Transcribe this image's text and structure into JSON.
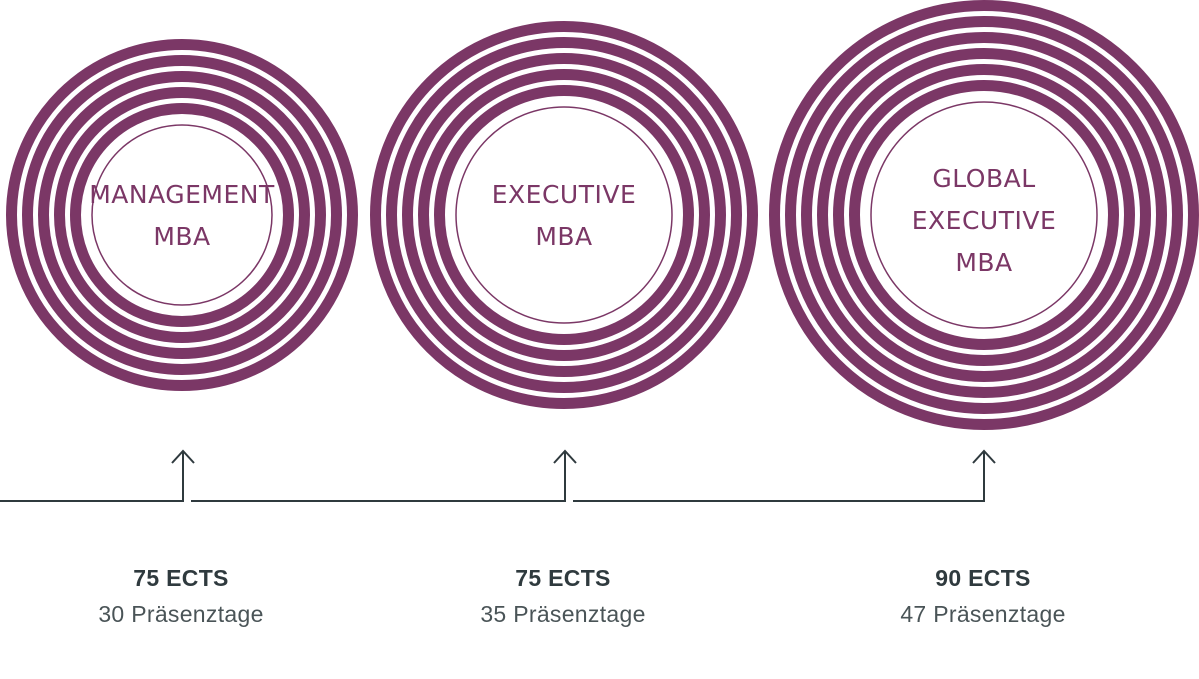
{
  "colors": {
    "circle": "#7b3766",
    "timeline": "#2f3a3e",
    "text_dark": "#2f3a3e",
    "text_light": "#4a5457"
  },
  "programs": [
    {
      "title": "MANAGEMENT\nMBA",
      "ects": "75 ECTS",
      "days": "30 Präsenztage"
    },
    {
      "title": "EXECUTIVE\nMBA",
      "ects": "75 ECTS",
      "days": "35 Präsenztage"
    },
    {
      "title": "GLOBAL\nEXECUTIVE\nMBA",
      "ects": "90 ECTS",
      "days": "47 Präsenztage"
    }
  ]
}
